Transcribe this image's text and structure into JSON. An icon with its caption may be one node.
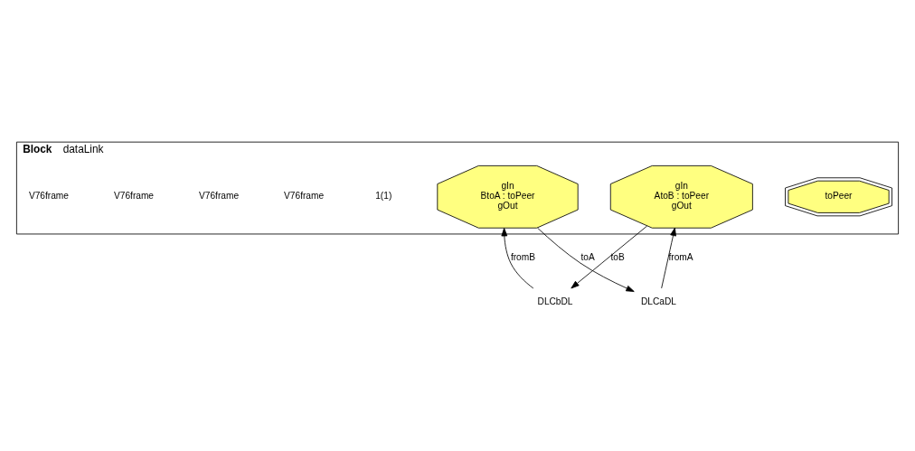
{
  "diagram": {
    "nodes": [
      {
        "text": [
          "Block",
          "dataLink"
        ]
      },
      {
        "text": [
          "DLCaDL"
        ]
      },
      {
        "text": [
          "DLCbDL"
        ]
      },
      {
        "text": [
          "toPeer"
        ],
        "in": 0
      },
      {
        "text": [
          "gIn",
          "AtoB : toPeer",
          "gOut"
        ],
        "in": 0
      },
      {
        "text": [
          "gIn",
          "BtoA : toPeer",
          "gOut"
        ],
        "in": 0
      }
    ],
    "edges": [
      {
        "from": 1,
        "to": 4,
        "arrow": "to",
        "label": "fromA"
      },
      {
        "from": 5,
        "to": 1,
        "arrow": "to",
        "label": "toA"
      },
      {
        "from": 4,
        "to": 2,
        "arrow": "to",
        "label": "toB"
      },
      {
        "from": 2,
        "to": 5,
        "arrow": "to",
        "label": "fromB"
      }
    ],
    "labels": [
      "1(1)",
      "V76frame",
      "V76frame",
      "V76frame",
      "V76frame"
    ]
  }
}
